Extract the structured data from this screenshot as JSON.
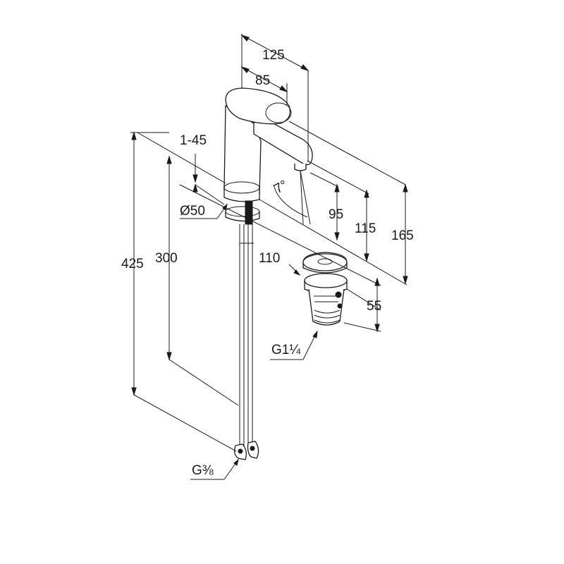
{
  "drawing": {
    "dimensions": {
      "d125": "125",
      "d85": "85",
      "d1_45": "1-45",
      "d_angle": "7°",
      "d_dia50": "Ø50",
      "d95": "95",
      "d115": "115",
      "d165": "165",
      "d110": "110",
      "d425": "425",
      "d300": "300",
      "d55": "55",
      "d_g114": "G1¼",
      "d_g38": "G⅜"
    }
  }
}
